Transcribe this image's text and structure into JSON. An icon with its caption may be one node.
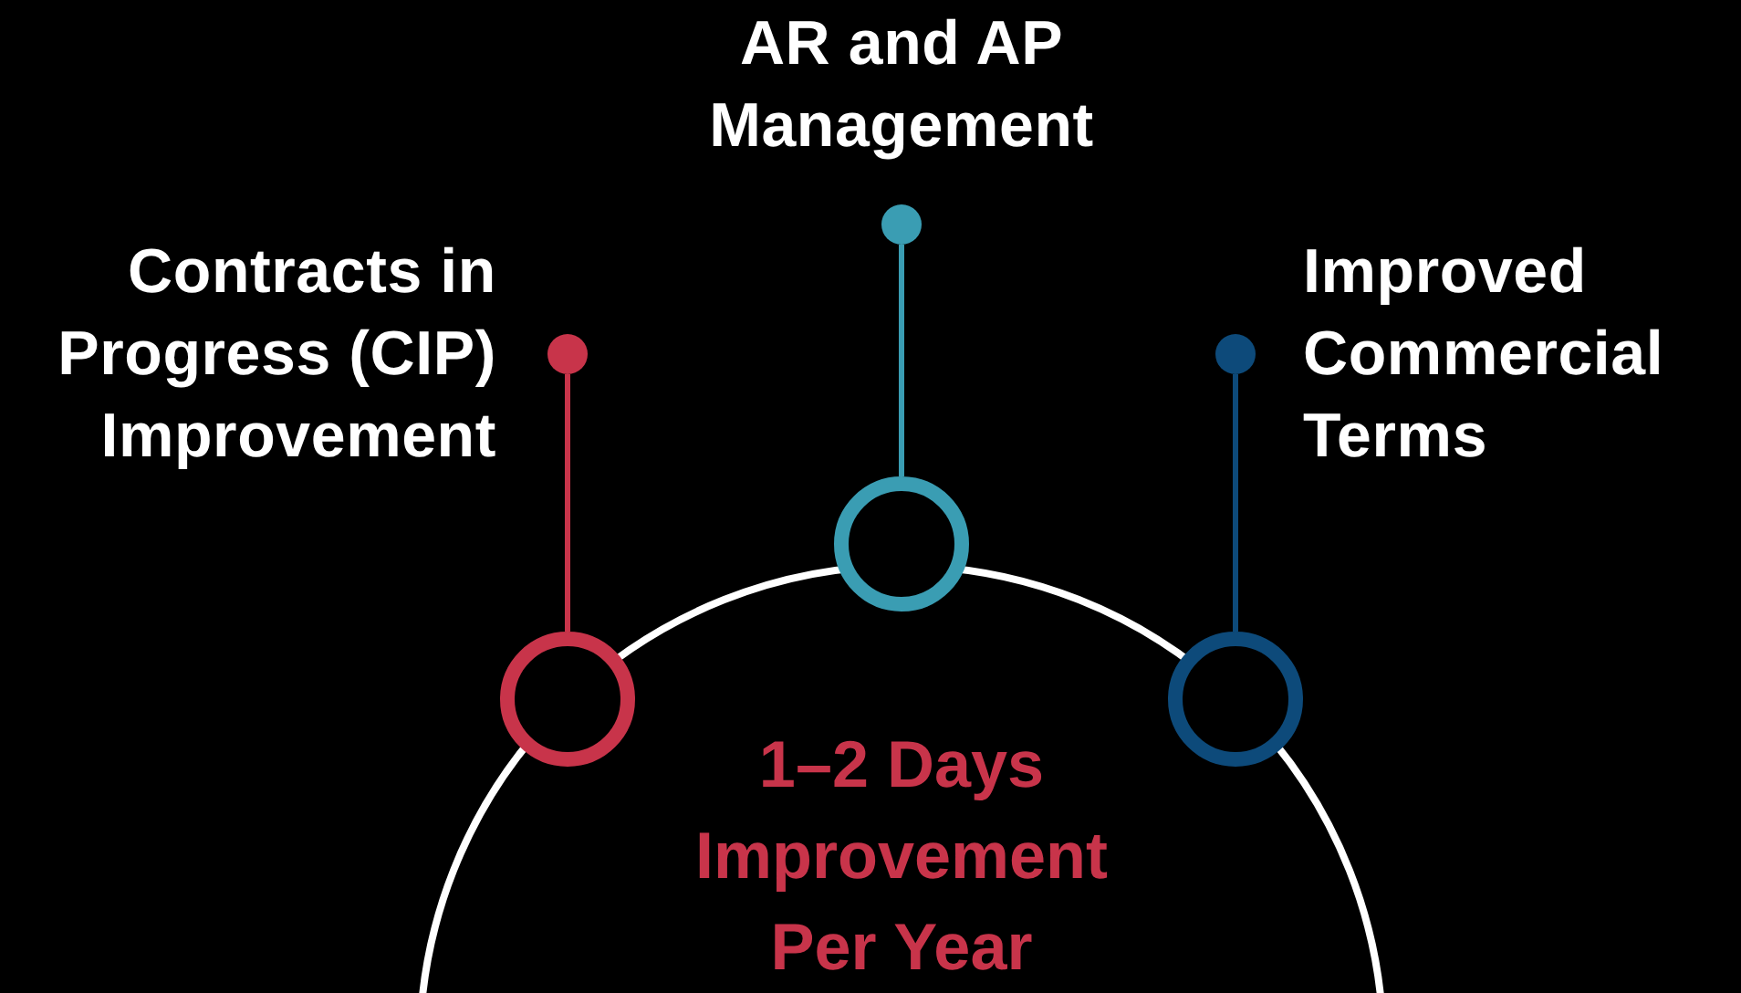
{
  "diagram": {
    "nodes": [
      {
        "text": [
          "1–2 Days Improvement Per Year"
        ]
      },
      {
        "text": [],
        "shape": "circle",
        "beside": [
          "Contracts in Progress (CIP) Improvement"
        ]
      },
      {
        "text": [],
        "shape": "circle",
        "beside": [
          "AR and AP Management"
        ]
      },
      {
        "text": [],
        "shape": "circle",
        "beside": [
          "Improved Commercial Terms"
        ]
      },
      {
        "text": [],
        "shape": "circle"
      },
      {
        "text": [],
        "shape": "circle"
      },
      {
        "text": [],
        "shape": "circle"
      }
    ],
    "edges": [
      {
        "from": 4,
        "to": 1,
        "arrow": "none",
        "color": "#c8344a"
      },
      {
        "from": 5,
        "to": 2,
        "arrow": "none",
        "color": "#3a9db3"
      },
      {
        "from": 6,
        "to": 3,
        "arrow": "none",
        "color": "#0d4a7a"
      }
    ]
  }
}
